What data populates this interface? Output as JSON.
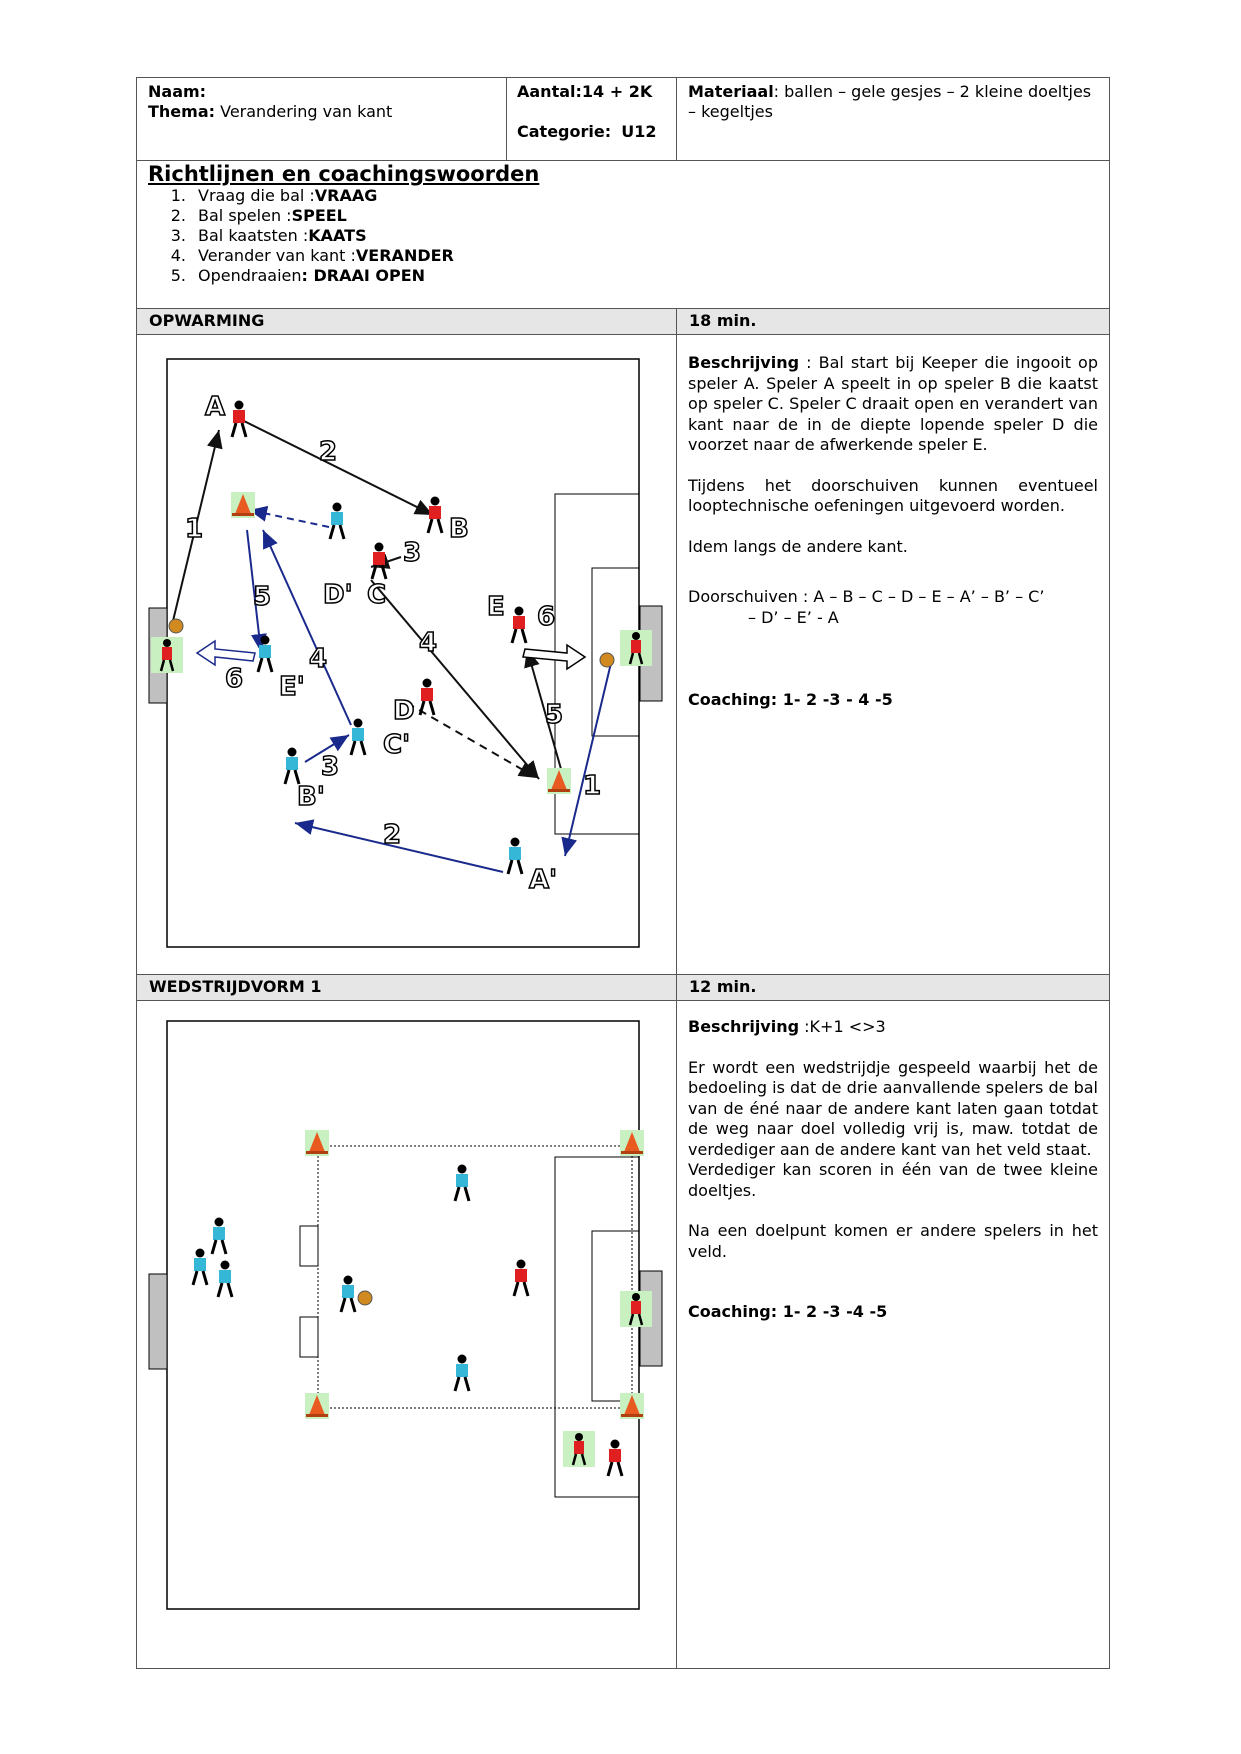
{
  "header": {
    "naam_label": "Naam:",
    "thema_label": "Thema:",
    "thema_value": "Verandering van kant",
    "aantal": "Aantal:14 + 2K",
    "categorie_label": "Categorie:",
    "categorie_value": "U12",
    "materiaal_label": "Materiaal",
    "materiaal_value": ": ballen – gele gesjes – 2 kleine doeltjes – kegeltjes"
  },
  "guidelines": {
    "title": "Richtlijnen en coachingswoorden",
    "items": [
      {
        "num": "1.",
        "text": "Vraag die bal : ",
        "word": "VRAAG"
      },
      {
        "num": "2.",
        "text": "Bal spelen : ",
        "word": "SPEEL"
      },
      {
        "num": "3.",
        "text": "Bal kaatsten : ",
        "word": "KAATS"
      },
      {
        "num": "4.",
        "text": "Verander van kant : ",
        "word": "VERANDER"
      },
      {
        "num": "5.",
        "text": "Opendraaien ",
        "word": ": DRAAI OPEN"
      }
    ]
  },
  "opwarming": {
    "title": "OPWARMING",
    "duration": "18 min.",
    "desc_label": "Beschrijving",
    "desc_text": " : Bal start bij Keeper die ingooit op speler A. Speler A speelt in op speler B die kaatst op speler C. Speler C draait open en verandert van kant naar de in de diepte lopende speler D die voorzet naar de afwerkende speler E.",
    "para2": "Tijdens het doorschuiven kunnen eventueel looptechnische oefeningen uitgevoerd worden.",
    "para3": "Idem langs de andere kant.",
    "doorschuiven_a": "Doorschuiven : A – B – C – D – E – A’ – B’ – C’",
    "doorschuiven_b": "– D’ – E’ - A",
    "coaching": "Coaching: 1- 2 -3 - 4 -5",
    "diagram_labels": {
      "A": "A",
      "B": "B",
      "C": "C",
      "D": "D",
      "E": "E",
      "A2": "A'",
      "B2": "B'",
      "C2": "C'",
      "D2": "D'",
      "E2": "E'",
      "n1": "1",
      "n2": "2",
      "n3": "3",
      "n4": "4",
      "n5": "5",
      "n6": "6"
    }
  },
  "wedstrijdvorm": {
    "title": "WEDSTRIJDVORM 1",
    "duration": "12 min.",
    "desc_label": "Beschrijving",
    "desc_text": " :K+1 <>3",
    "para2": "Er wordt een wedstrijdje gespeeld waarbij het de bedoeling is dat de drie aanvallende spelers de bal van de éné naar de andere kant laten gaan totdat de weg naar doel volledig vrij is, maw. totdat de verdediger aan de andere kant van het veld staat.",
    "para3": "Verdediger kan scoren in één van de twee kleine doeltjes.",
    "para4": "Na een doelpunt komen er andere spelers in het veld.",
    "coaching": "Coaching:  1- 2 -3 -4 -5"
  },
  "colors": {
    "red_player": "#e02020",
    "blue_player": "#35b8d8",
    "navy_arrow": "#1a2a8c",
    "cone": "#e85a20",
    "keeper_bg": "#c8f0c0",
    "header_bg": "#e6e6e6"
  }
}
